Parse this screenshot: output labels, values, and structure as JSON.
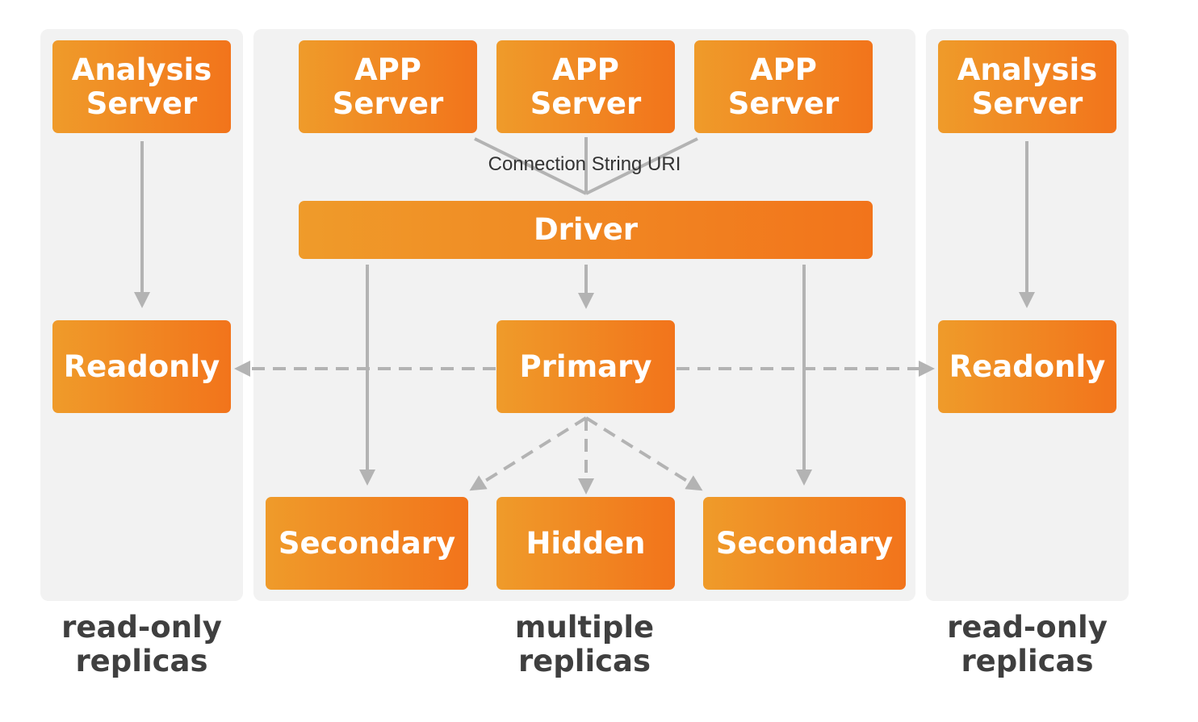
{
  "boxes": {
    "analysis_left": "Analysis\nServer",
    "analysis_right": "Analysis\nServer",
    "app1": "APP\nServer",
    "app2": "APP\nServer",
    "app3": "APP\nServer",
    "driver": "Driver",
    "readonly_left": "Readonly",
    "readonly_right": "Readonly",
    "primary": "Primary",
    "secondary_left": "Secondary",
    "hidden": "Hidden",
    "secondary_right": "Secondary"
  },
  "connection_label": "Connection String URI",
  "captions": {
    "left": "read-only\nreplicas",
    "center": "multiple\nreplicas",
    "right": "read-only\nreplicas"
  },
  "colors": {
    "box_gradient_start": "#ef9b2a",
    "box_gradient_end": "#f2741b",
    "panel": "#f2f2f2",
    "arrow": "#b3b3b3",
    "caption_text": "#3f3f3f"
  }
}
